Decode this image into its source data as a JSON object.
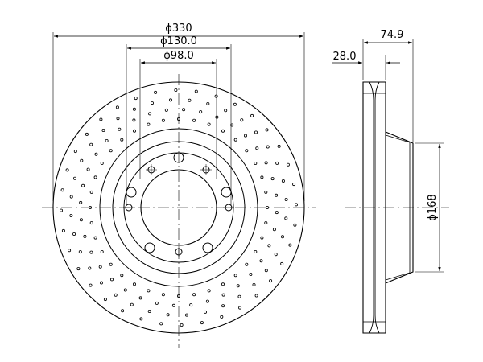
{
  "dimensions": {
    "outer_diameter": "ϕ330",
    "bolt_circle": "ϕ130.0",
    "center_bore": "ϕ98.0",
    "total_height": "74.9",
    "disc_thickness": "28.0",
    "hat_diameter": "ϕ168"
  },
  "colors": {
    "line": "#000000",
    "background": "#ffffff"
  }
}
